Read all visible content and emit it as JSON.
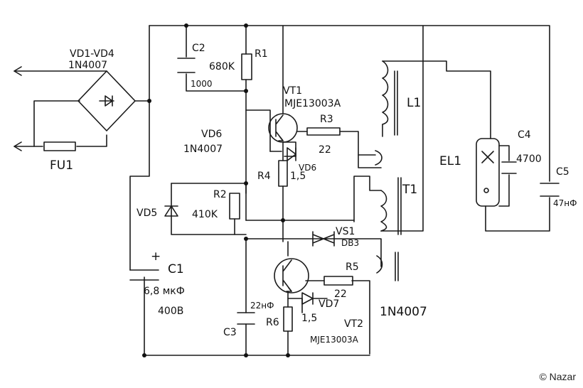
{
  "labels": {
    "bridge": "VD1-VD4",
    "bridge_part": "1N4007",
    "fuse": "FU1",
    "c2": "C2",
    "c2_value": "1000",
    "r1": "R1",
    "r1_value": "680K",
    "vt1": "VT1",
    "vt1_part": "MJE13003A",
    "r3": "R3",
    "r3_value": "22",
    "vd6_name": "VD6",
    "vd6_part": "1N4007",
    "vd6_mark": "VD6",
    "r4": "R4",
    "r4_value": "1,5",
    "l1": "L1",
    "el1": "EL1",
    "c4": "C4",
    "c4_value": "4700",
    "c5": "C5",
    "c5_value": "47нФ",
    "vd5": "VD5",
    "r2": "R2",
    "r2_value": "410K",
    "t1": "T1",
    "vs1": "VS1",
    "vs1_part": "DB3",
    "plus": "+",
    "c1": "C1",
    "c1_value": "6,8 мкФ",
    "c1_voltage": "400В",
    "r5": "R5",
    "r5_value": "22",
    "c3": "C3",
    "c3_value": "22нФ",
    "r6": "R6",
    "r6_value": "1,5",
    "vd7": "VD7",
    "vd7_part": "1N4007",
    "vt2": "VT2",
    "vt2_part": "MJE13003A"
  },
  "copyright": "© Nazar"
}
